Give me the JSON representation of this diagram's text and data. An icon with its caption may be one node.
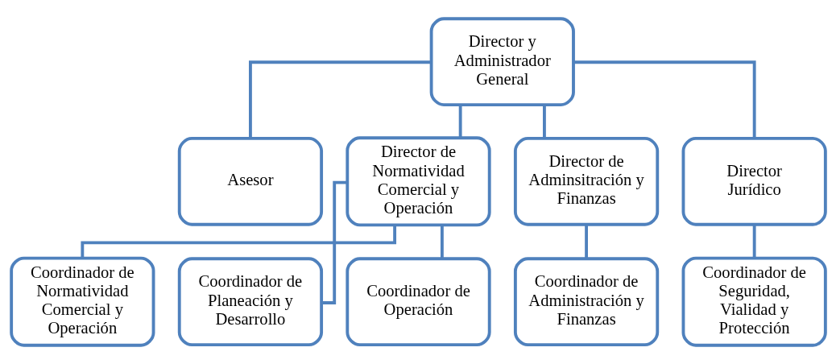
{
  "diagram": {
    "nodes": [
      {
        "text": [
          "Director y Administrador General"
        ]
      },
      {
        "text": [
          "Asesor"
        ]
      },
      {
        "text": [
          "Director de Normatividad Comercial y Operación"
        ]
      },
      {
        "text": [
          "Director de Adminsitración y Finanzas"
        ]
      },
      {
        "text": [
          "Director Jurídico"
        ]
      },
      {
        "text": [
          "Coordinador de Normatividad Comercial y Operación"
        ]
      },
      {
        "text": [
          "Coordinador de Planeación y Desarrollo"
        ]
      },
      {
        "text": [
          "Coordinador de Operación"
        ]
      },
      {
        "text": [
          "Coordinador de Administración y Finanzas"
        ]
      },
      {
        "text": [
          "Coordinador de Seguridad, Vialidad y Protección"
        ]
      }
    ],
    "edges": [
      {
        "from": 0,
        "to": 1,
        "arrow": "none"
      },
      {
        "from": 0,
        "to": 2,
        "arrow": "none"
      },
      {
        "from": 0,
        "to": 3,
        "arrow": "none"
      },
      {
        "from": 0,
        "to": 4,
        "arrow": "none"
      },
      {
        "from": 2,
        "to": 5,
        "arrow": "none"
      },
      {
        "from": 2,
        "to": 6,
        "arrow": "none"
      },
      {
        "from": 2,
        "to": 7,
        "arrow": "none"
      },
      {
        "from": 3,
        "to": 8,
        "arrow": "none"
      },
      {
        "from": 4,
        "to": 9,
        "arrow": "none"
      }
    ]
  }
}
